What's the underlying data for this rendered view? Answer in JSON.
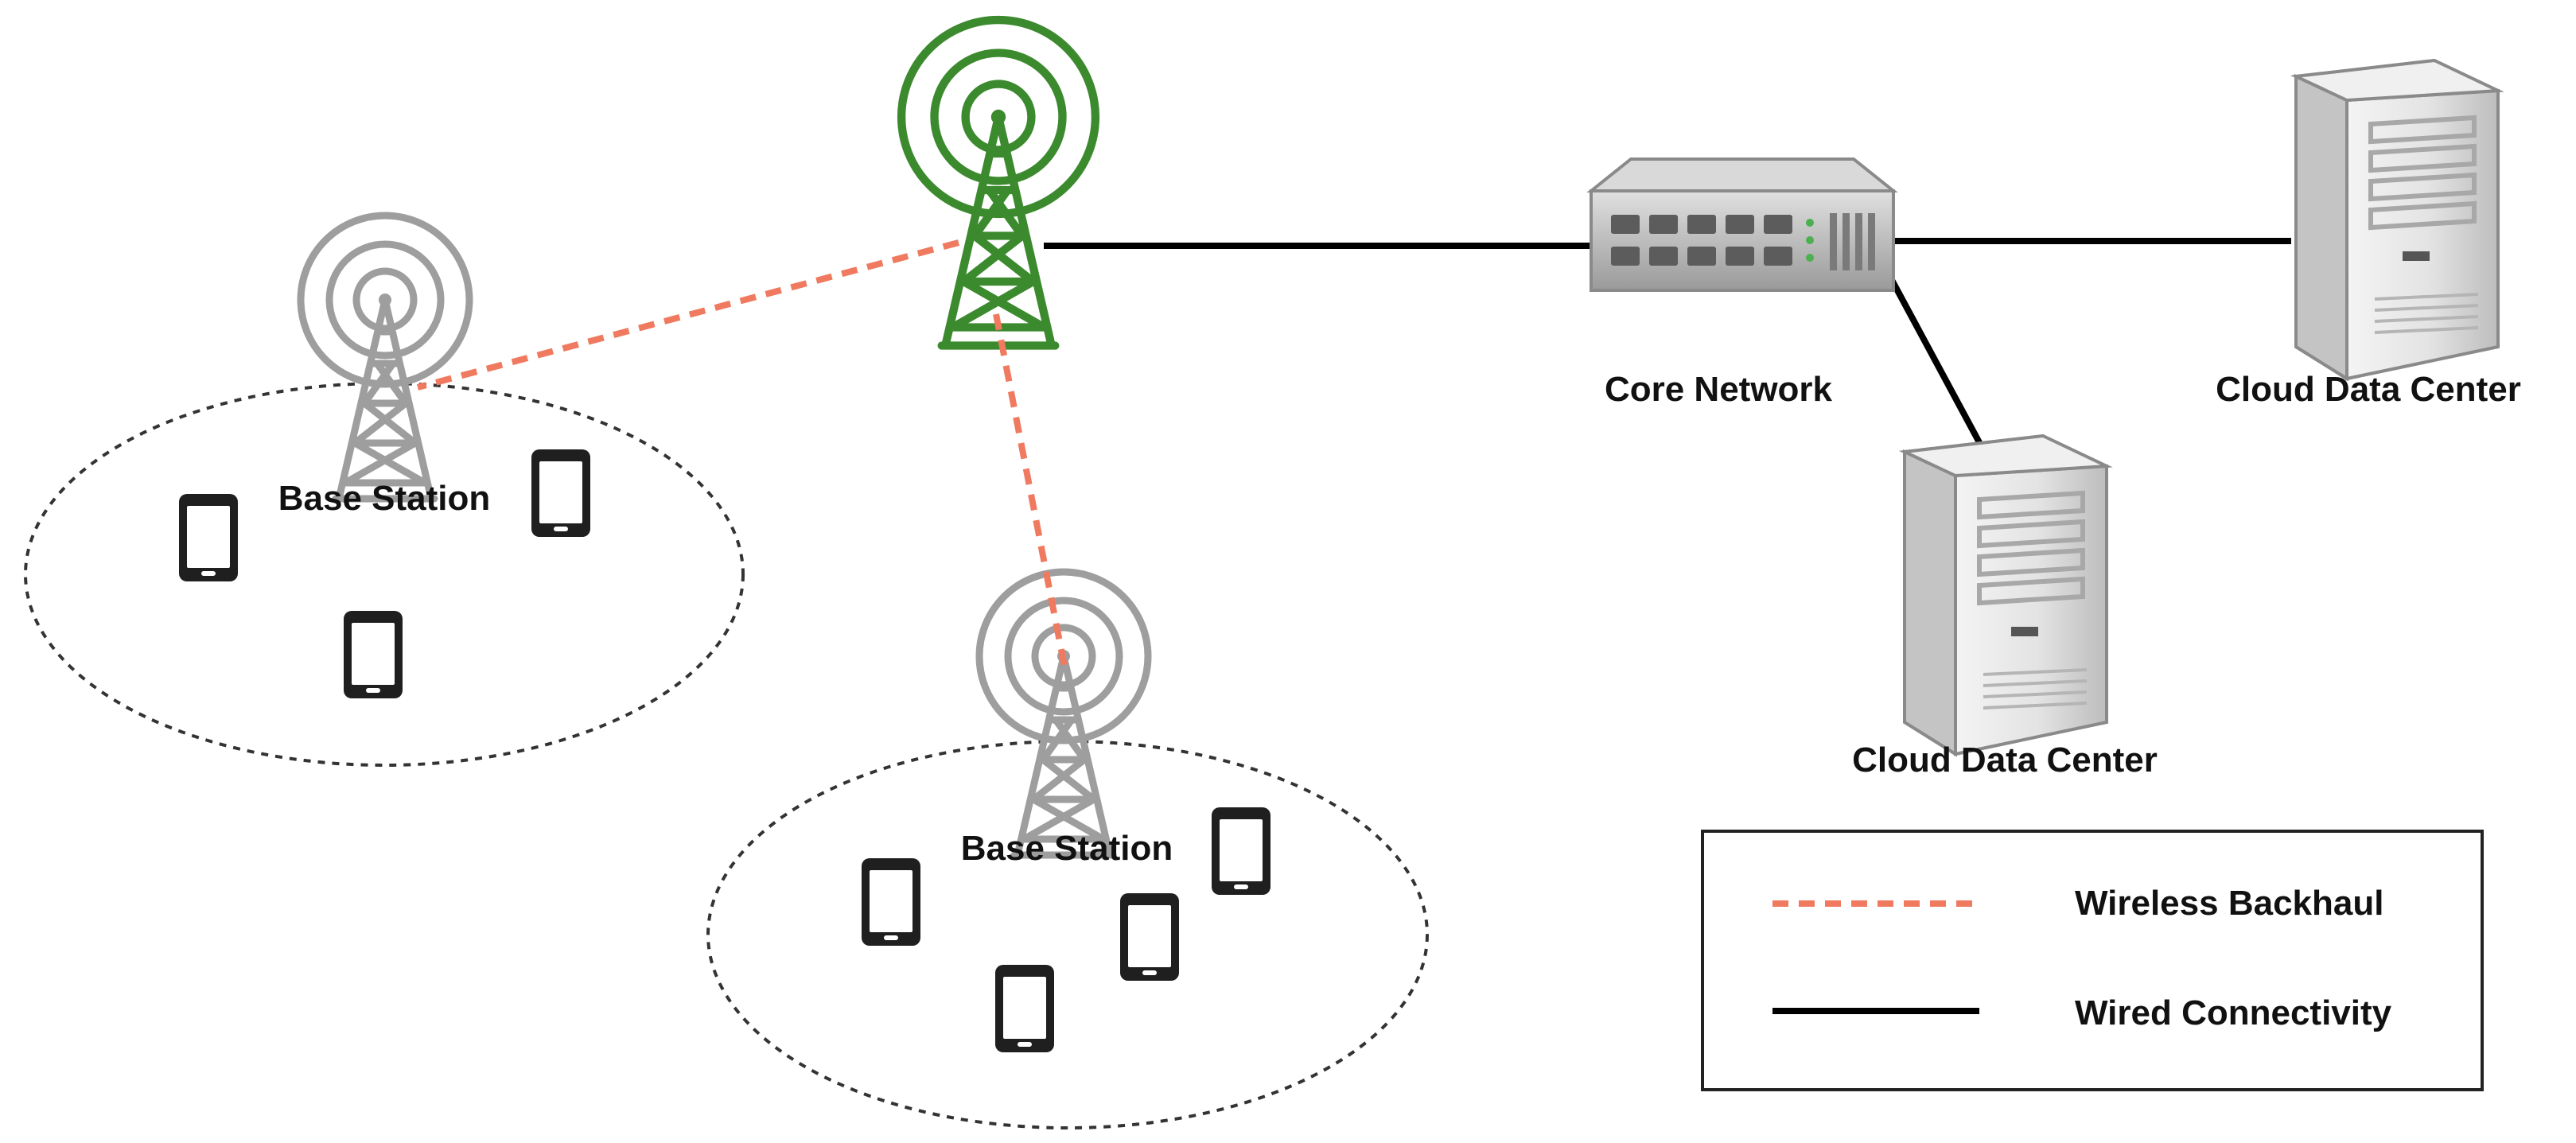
{
  "nodes": {
    "base_station_1": {
      "label": "Base Station"
    },
    "base_station_2": {
      "label": "Base Station"
    },
    "macro_tower": {
      "label": ""
    },
    "core_network": {
      "label": "Core Network"
    },
    "cloud_dc_1": {
      "label": "Cloud Data Center"
    },
    "cloud_dc_2": {
      "label": "Cloud Data Center"
    }
  },
  "legend": {
    "items": [
      {
        "label": "Wireless Backhaul",
        "style": "dashed",
        "color": "#f07a5f"
      },
      {
        "label": "Wired Connectivity",
        "style": "solid",
        "color": "#000000"
      }
    ]
  },
  "colors": {
    "macro_tower": "#3c8a2e",
    "base_station": "#9e9e9e",
    "wireless_backhaul": "#f07a5f",
    "wired": "#000000",
    "coverage_outline": "#333333"
  },
  "icons": {
    "tower": "cell-tower-icon",
    "switch": "network-switch-icon",
    "server": "server-icon",
    "phone": "smartphone-icon"
  }
}
